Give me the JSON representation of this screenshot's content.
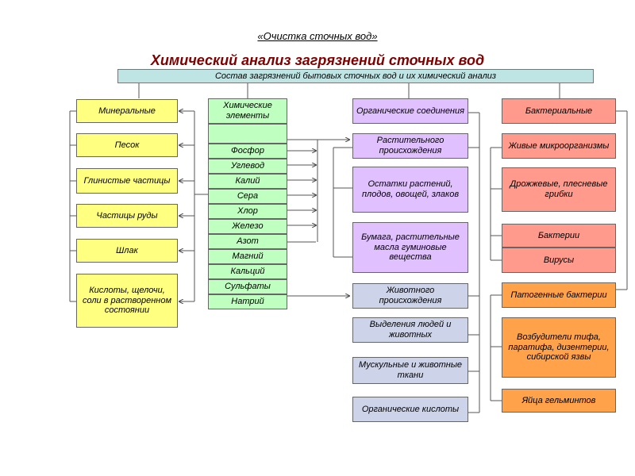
{
  "header": {
    "subtitle": "«Очистка сточных вод»",
    "title": "Химический анализ загрязнений сточных вод",
    "bar": "Состав загрязнений бытовых сточных вод и их химический анализ"
  },
  "mineral": {
    "header": "Минеральные",
    "items": [
      "Песок",
      "Глинистые частицы",
      "Частицы руды",
      "Шлак",
      "Кислоты, щелочи, соли в растворенном состоянии"
    ]
  },
  "chemical": {
    "header": "Химические элементы",
    "items": [
      "Фосфор",
      "Углевод",
      "Калий",
      "Сера",
      "Хлор",
      "Железо",
      "Азот",
      "Магний",
      "Кальций",
      "Сульфаты",
      "Натрий"
    ]
  },
  "organic": {
    "header": "Органические соединения",
    "plant": "Растительного происхождения",
    "plant_items": [
      "Остатки растений, плодов, овощей, злаков",
      "Бумага, растительные масла гуминовые вещества"
    ],
    "animal": "Животного происхождения",
    "animal_items": [
      "Выделения людей и животных",
      "Мускульные и животные ткани",
      "Органические кислоты"
    ]
  },
  "bacterial": {
    "header": "Бактериальные",
    "items": [
      "Живые микроорганизмы",
      "Дрожжевые, плесневые грибки",
      "Бактерии",
      "Вирусы"
    ],
    "pathogen": "Патогенные бактерии",
    "pathogen_items": [
      "Возбудители тифа, паратифа, дизентерии, сибирской язвы",
      "Яйца гельминтов"
    ]
  }
}
